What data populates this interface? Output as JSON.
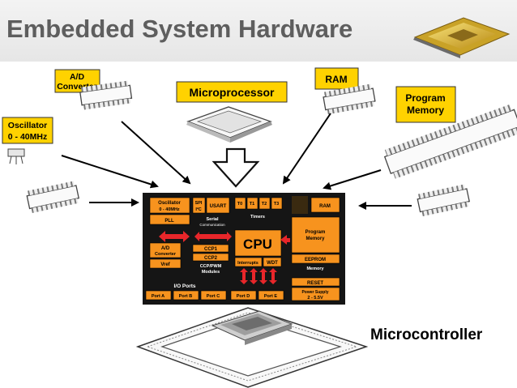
{
  "header": {
    "title": "Embedded System Hardware"
  },
  "labels": {
    "adc": [
      "A/D",
      "Converter"
    ],
    "microprocessor": "Microprocessor",
    "ram": "RAM",
    "program_memory": [
      "Program",
      "Memory"
    ],
    "oscillator": [
      "Oscillator",
      "0 - 40MHz"
    ],
    "microcontroller": "Microcontroller"
  },
  "mcu": {
    "osc": [
      "Oscillator",
      "0 - 40MHz"
    ],
    "pll": "PLL",
    "spi": "SPI",
    "i2c": "I²C",
    "usart": "USART",
    "serial": [
      "Serial",
      "Communication"
    ],
    "timers": [
      "T0",
      "T1",
      "T2",
      "T3"
    ],
    "timers_label": "Timers",
    "ram": "RAM",
    "program_memory": [
      "Program",
      "Memory"
    ],
    "eeprom": "EEPROM",
    "memory": "Memory",
    "adc": [
      "A/D",
      "Converter"
    ],
    "vref": "Vref",
    "ccp1": "CCP1",
    "ccp2": "CCP2",
    "ccp_modules": [
      "CCP/PWM",
      "Modules"
    ],
    "cpu": "CPU",
    "interrupts": "Interrupts",
    "wdt": "WDT",
    "io_ports": "I/O Ports",
    "ports": [
      "Port A",
      "Port B",
      "Port C",
      "Port D",
      "Port E"
    ],
    "reset": "RESET",
    "power": [
      "Power Supply",
      "2 - 5.5V"
    ]
  },
  "colors": {
    "header_bg": "#ececec",
    "title": "#5e5e5e",
    "label_fill": "#ffd200",
    "mcu_body": "#151515",
    "block_orange": "#f7931e",
    "arrow_red": "#e8262a",
    "chip_outline": "#444444"
  }
}
